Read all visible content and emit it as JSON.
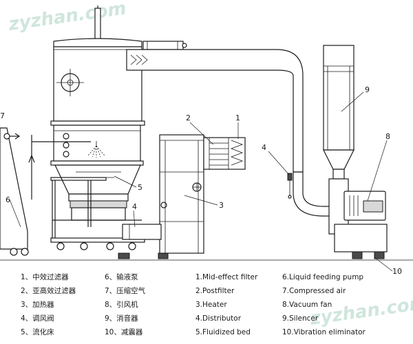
{
  "watermark": "zyzhan.com",
  "callouts": [
    "1",
    "2",
    "3",
    "4",
    "5",
    "6",
    "7",
    "8",
    "9",
    "10"
  ],
  "legend_zh": [
    "1、中效过滤器",
    "2、亚高效过滤器",
    "3、加热器",
    "4、调风阀",
    "5、流化床",
    "6、输液泵",
    "7、压缩空气",
    "8、引风机",
    "9、消音器",
    "10、减震器"
  ],
  "legend_en": [
    "1.Mid-effect filter",
    "2.Postfilter",
    "3.Heater",
    "4.Distributor",
    "5.Fluidized bed",
    "6.Liquid feeding pump",
    "7.Compressed air",
    "8.Vacuum fan",
    "9.Silencer",
    "10.Vibration eliminator"
  ]
}
